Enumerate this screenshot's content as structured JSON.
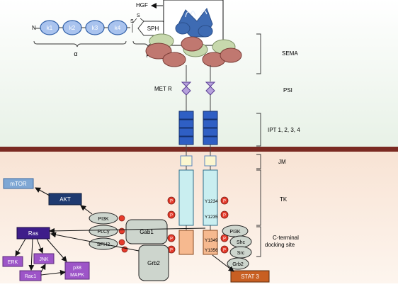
{
  "ligand": {
    "hgf": "HGF",
    "n_terminus": "N",
    "kringles": [
      "k1",
      "k2",
      "k3",
      "k4"
    ],
    "sph": "SPH",
    "disulfide": [
      "S",
      "S"
    ],
    "alpha": "α",
    "beta": "β"
  },
  "receptor": {
    "name": "MET R"
  },
  "domains": {
    "sema": "SEMA",
    "psi": "PSI",
    "ipt": "IPT 1, 2, 3, 4",
    "jm": "JM",
    "tk": "TK",
    "cterm": "C-terminal docking site"
  },
  "phospho": {
    "p": "P",
    "y1234": "Y1234",
    "y1235": "Y1235",
    "y1349": "Y1349",
    "y1356": "Y1356"
  },
  "adaptors": {
    "pi3k": "PI3K",
    "plcg": "PLCγ",
    "sph2": "SPH2",
    "gab1": "Gab1",
    "grb2": "Grb2",
    "pi3k_r": "PI3K",
    "shc": "Shc",
    "src": "Src",
    "grb2_r": "Grb2",
    "stat3": "STAT 3"
  },
  "effectors": {
    "mtor": "mTOR",
    "akt": "AKT",
    "ras": "Ras",
    "erk": "ERK",
    "jnk": "JNK",
    "rac1": "Rac1",
    "p38": "p38",
    "mapk": "MAPK"
  },
  "colors": {
    "membrane": "#7a2a22",
    "ipt_blue": "#2f5fc4",
    "tk_cyan": "#c9eef0",
    "jm_yellow": "#fbf6cf",
    "cterm_orange": "#f6b98f",
    "sema_red": "#c07870",
    "sema_green": "#c7d8ad",
    "kringle_blue": "#a9c3ee",
    "phospho_red": "#e53b2c",
    "adaptor_grey": "#cdd5cd",
    "akt_navy": "#1f3a70",
    "mtor_blue": "#7fa7d4",
    "ras_purple": "#3e1d8a",
    "mapk_purple": "#9d55c8",
    "stat3_orange": "#c85f22",
    "hgf_blue": "#3e6bb3"
  }
}
